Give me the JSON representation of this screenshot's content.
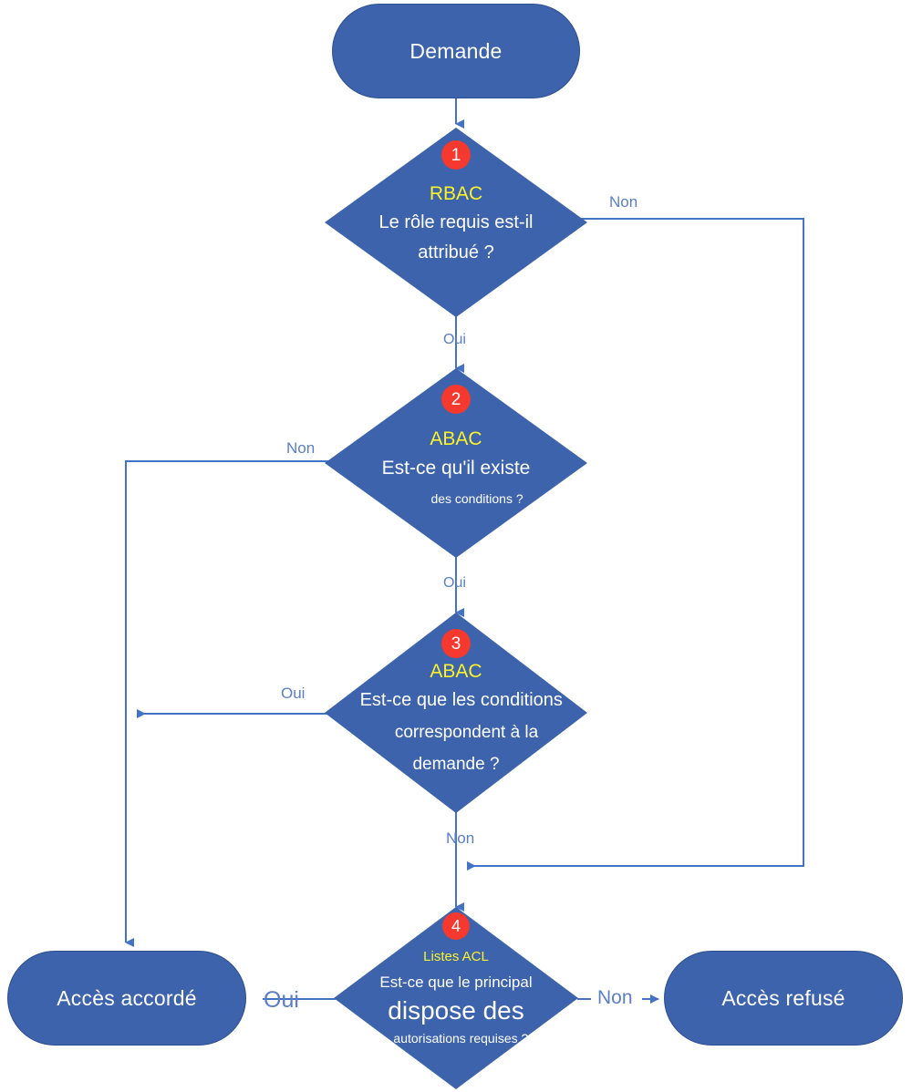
{
  "diagram": {
    "title": "Demande",
    "language": "fr",
    "colors": {
      "node_fill": "#3C63AC",
      "node_text": "#FFFFFF",
      "badge_fill": "#F5392E",
      "tag_text": "#FAF32A",
      "edge_line": "#4472C4",
      "edge_label": "#5B7EC6",
      "background": "#FFFFFF"
    },
    "start": {
      "label": "Demande"
    },
    "decisions": [
      {
        "badge": "1",
        "tag": "RBAC",
        "lines": [
          "Le rôle requis est-il",
          "attribué ?"
        ],
        "yes_label": "Oui",
        "no_label": "Non"
      },
      {
        "badge": "2",
        "tag": "ABAC",
        "lines": [
          "Est-ce qu'il existe",
          "des conditions ?"
        ],
        "yes_label": "Oui",
        "no_label": "Non"
      },
      {
        "badge": "3",
        "tag": "ABAC",
        "lines": [
          "Est-ce que les conditions",
          "correspondent à la",
          "demande ?"
        ],
        "yes_label": "Oui",
        "no_label": "Non"
      },
      {
        "badge": "4",
        "tag": "Listes ACL",
        "lines": [
          "Est-ce que le principal",
          "dispose des",
          "autorisations requises ?"
        ],
        "yes_label": "Oui",
        "no_label": "Non"
      }
    ],
    "outcomes": {
      "granted": "Accès accordé",
      "denied": "Accès refusé"
    },
    "edge_labels": {
      "d1_no": "Non",
      "d1_yes": "Oui",
      "d2_no": "Non",
      "d2_yes": "Oui",
      "d3_yes": "Oui",
      "d3_no": "Non",
      "d4_yes": "Oui",
      "d4_no": "Non"
    }
  }
}
